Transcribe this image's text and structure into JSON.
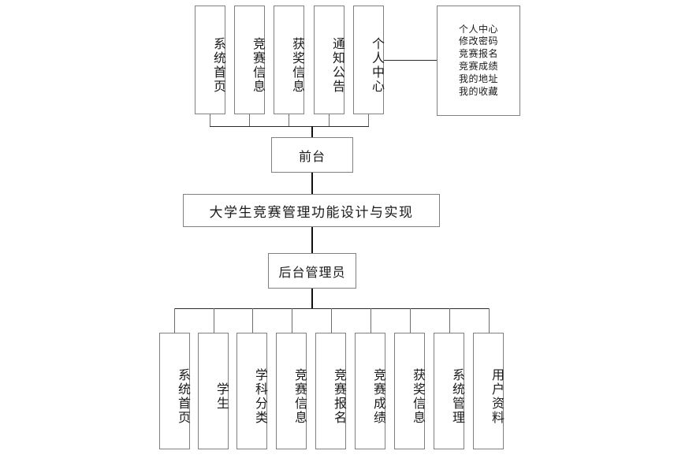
{
  "diagram": {
    "type": "hierarchical-function-structure-diagram",
    "root": {
      "label": "大学生竞赛管理功能设计与实现"
    },
    "branches": [
      {
        "key": "frontend",
        "label": "前台",
        "children": [
          {
            "label": "系统首页"
          },
          {
            "label": "竞赛信息"
          },
          {
            "label": "获奖信息"
          },
          {
            "label": "通知公告"
          },
          {
            "label": "个人中心"
          }
        ],
        "detail": {
          "attached_to": "个人中心",
          "lines": [
            "个人中心",
            "修改密码",
            "竞赛报名",
            "竞赛成绩",
            "我的地址",
            "我的收藏"
          ]
        }
      },
      {
        "key": "backend",
        "label": "后台管理员",
        "children": [
          {
            "label": "系统首页"
          },
          {
            "label": "学生"
          },
          {
            "label": "学科分类"
          },
          {
            "label": "竞赛信息"
          },
          {
            "label": "竞赛报名"
          },
          {
            "label": "竞赛成绩"
          },
          {
            "label": "获奖信息"
          },
          {
            "label": "系统管理"
          },
          {
            "label": "用户资料"
          }
        ]
      }
    ],
    "colors": {
      "background": "#ffffff",
      "box_border": "#808080",
      "connector": "#2b2b2b",
      "text": "#1a1a1a"
    }
  }
}
